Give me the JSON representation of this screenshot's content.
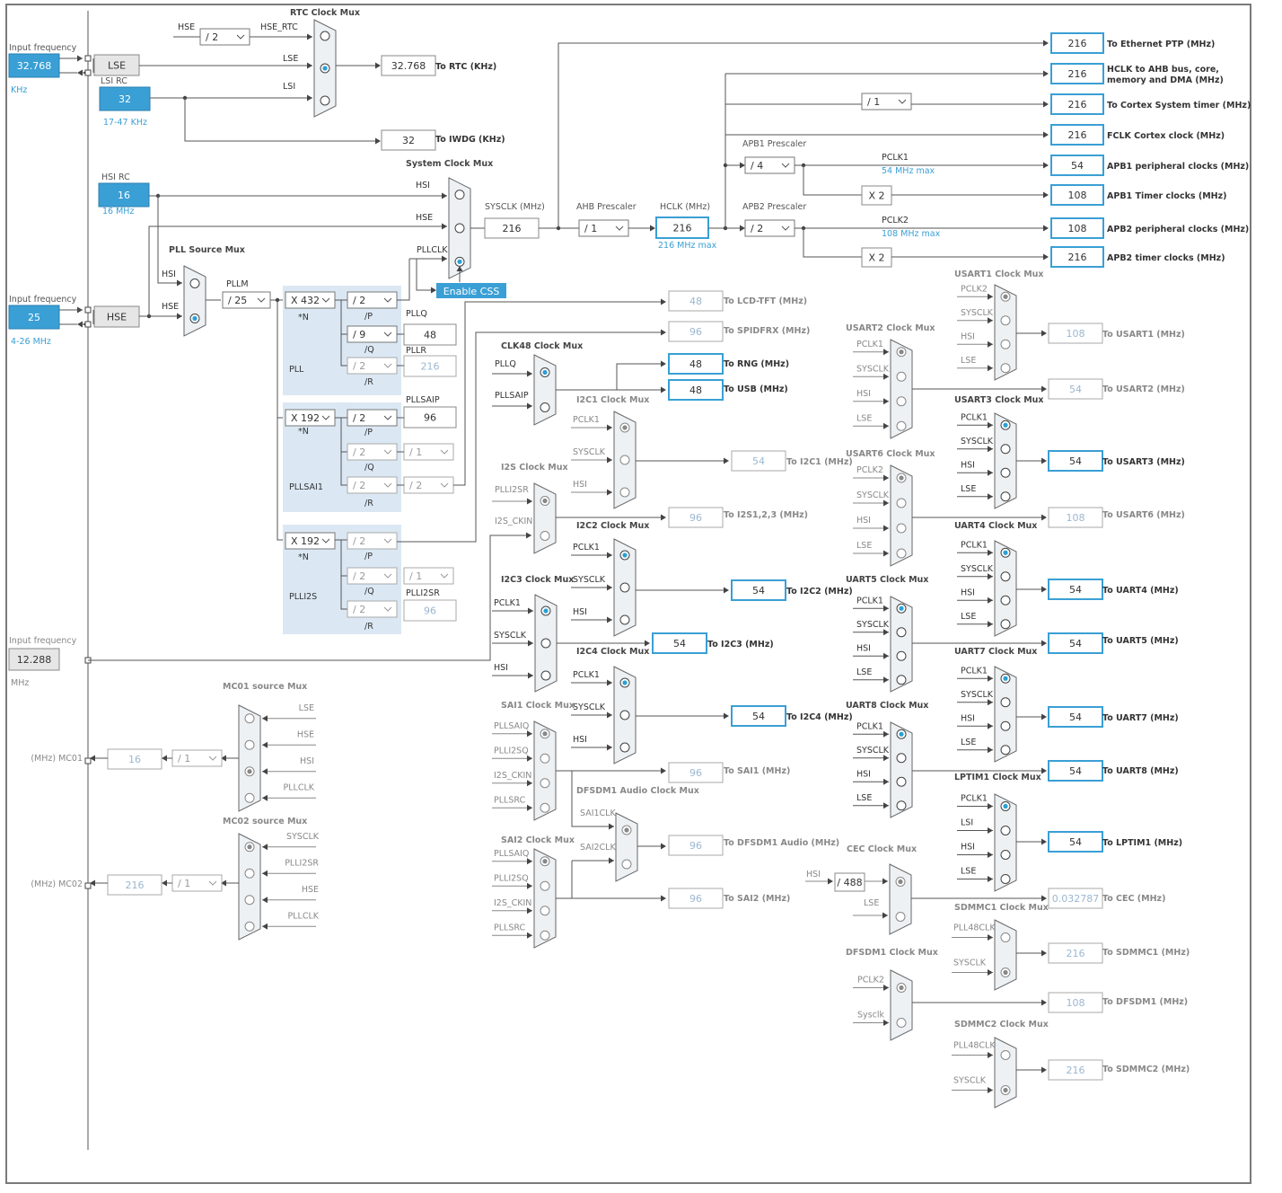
{
  "left": {
    "input_freq_label": "Input frequency",
    "lse_input": "32.768",
    "lse_unit": "KHz",
    "lse_label": "LSE",
    "lsi_label": "LSI RC",
    "lsi_value": "32",
    "lsi_range": "17-47 KHz",
    "hsi_label": "HSI RC",
    "hsi_value": "16",
    "hsi_range": "16 MHz",
    "hse_input": "25",
    "hse_range": "4-26 MHz",
    "hse_label": "HSE",
    "i2s_input": "12.288",
    "i2s_unit": "MHz"
  },
  "rtc": {
    "title": "RTC Clock Mux",
    "in_hse": "HSE",
    "div": "/ 2",
    "in_hse_rtc": "HSE_RTC",
    "in_lse": "LSE",
    "in_lsi": "LSI",
    "rtc_value": "32.768",
    "rtc_label": "To RTC (KHz)",
    "iwdg_value": "32",
    "iwdg_label": "To IWDG (KHz)"
  },
  "sysmux": {
    "title": "System Clock Mux",
    "in_hsi": "HSI",
    "in_hse": "HSE",
    "in_pllclk": "PLLCLK",
    "sysclk_label": "SYSCLK (MHz)",
    "sysclk_value": "216",
    "ahb_label": "AHB Prescaler",
    "ahb_div": "/ 1",
    "hclk_label": "HCLK (MHz)",
    "hclk_value": "216",
    "hclk_max": "216 MHz max",
    "css": "Enable CSS",
    "apb1_label": "APB1 Prescaler",
    "apb1_div": "/ 4",
    "apb2_label": "APB2 Prescaler",
    "apb2_div": "/ 2",
    "cortex_div": "/ 1",
    "pclk1": "PCLK1",
    "pclk1_max": "54 MHz max",
    "pclk2": "PCLK2",
    "pclk2_max": "108 MHz max",
    "x2a": "X 2",
    "x2b": "X 2"
  },
  "outputs": [
    {
      "value": "216",
      "label": "To Ethernet PTP (MHz)"
    },
    {
      "value": "216",
      "label": "HCLK to AHB bus, core,"
    },
    {
      "value": "216",
      "label": "To Cortex System timer (MHz)"
    },
    {
      "value": "216",
      "label": "FCLK Cortex clock (MHz)"
    },
    {
      "value": "54",
      "label": "APB1 peripheral clocks (MHz)"
    },
    {
      "value": "108",
      "label": "APB1 Timer clocks (MHz)"
    },
    {
      "value": "108",
      "label": "APB2 peripheral clocks (MHz)"
    },
    {
      "value": "216",
      "label": "APB2 timer clocks (MHz)"
    }
  ],
  "hclk_label_line2": "memory and DMA (MHz)",
  "pll": {
    "source_mux": "PLL Source Mux",
    "in_hsi": "HSI",
    "in_hse": "HSE",
    "pllm_label": "PLLM",
    "pllm": "/ 25",
    "n": "X 432",
    "n_label": "*N",
    "p": "/ 2",
    "p_label": "/P",
    "q": "/ 9",
    "q_label": "/Q",
    "r": "/ 2",
    "r_label": "/R",
    "pllq_label": "PLLQ",
    "pllq": "48",
    "pllr_label": "PLLR",
    "pllr": "216",
    "name": "PLL"
  },
  "pllsai": {
    "n": "X 192",
    "n_label": "*N",
    "p": "/ 2",
    "p_label": "/P",
    "q": "/ 2",
    "q_label": "/Q",
    "q2": "/ 1",
    "r": "/ 2",
    "r_label": "/R",
    "r2": "/ 2",
    "p_out_label": "PLLSAIP",
    "p_out": "96",
    "name": "PLLSAI1"
  },
  "plli2s": {
    "n": "X 192",
    "n_label": "*N",
    "p": "/ 2",
    "p_label": "/P",
    "q": "/ 2",
    "q_label": "/Q",
    "q2": "/ 1",
    "r": "/ 2",
    "r_label": "/R",
    "r_out_label": "PLLI2SR",
    "r_out": "96",
    "name": "PLLI2S"
  },
  "mid": {
    "lcd_value": "48",
    "lcd_label": "To LCD-TFT (MHz)",
    "spdif_value": "96",
    "spdif_label": "To SPIDFRX (MHz)",
    "clk48_title": "CLK48 Clock Mux",
    "clk48_in1": "PLLQ",
    "clk48_in2": "PLLSAIP",
    "rng_value": "48",
    "rng_label": "To RNG (MHz)",
    "usb_value": "48",
    "usb_label": "To USB (MHz)",
    "i2c1_title": "I2C1 Clock Mux",
    "i2c1_value": "54",
    "i2c1_label": "To I2C1 (MHz)",
    "i2s_title": "I2S Clock Mux",
    "i2s_in1": "PLLI2SR",
    "i2s_in2": "I2S_CKIN",
    "i2s_value": "96",
    "i2s_label": "To I2S1,2,3 (MHz)",
    "i2c2_title": "I2C2 Clock Mux",
    "i2c2_value": "54",
    "i2c2_label": "To I2C2 (MHz)",
    "i2c3_title": "I2C3 Clock Mux",
    "i2c3_value": "54",
    "i2c3_label": "To I2C3 (MHz)",
    "i2c4_title": "I2C4 Clock Mux",
    "i2c4_value": "54",
    "i2c4_label": "To I2C4 (MHz)",
    "sai1_title": "SAI1 Clock Mux",
    "sai1_value": "96",
    "sai1_label": "To SAI1 (MHz)",
    "dfsdm_a_title": "DFSDM1 Audio Clock Mux",
    "dfsdm_a_in1": "SAI1CLK",
    "dfsdm_a_in2": "SAI2CLK",
    "dfsdm_a_value": "96",
    "dfsdm_a_label": "To DFSDM1 Audio (MHz)",
    "sai2_title": "SAI2 Clock Mux",
    "sai2_value": "96",
    "sai2_label": "To SAI2 (MHz)",
    "pclk1": "PCLK1",
    "sysclk": "SYSCLK",
    "hsi": "HSI",
    "sai_in": [
      "PLLSAIQ",
      "PLLI2SQ",
      "I2S_CKIN",
      "PLLSRC"
    ]
  },
  "mco": {
    "mco1_title": "MC01 source Mux",
    "mco1_in": [
      "LSE",
      "HSE",
      "HSI",
      "PLLCLK"
    ],
    "mco1_label": "(MHz) MC01",
    "mco1_value": "16",
    "mco1_div": "/ 1",
    "mco2_title": "MC02 source Mux",
    "mco2_in": [
      "SYSCLK",
      "PLLI2SR",
      "HSE",
      "PLLCLK"
    ],
    "mco2_label": "(MHz) MC02",
    "mco2_value": "216",
    "mco2_div": "/ 1"
  },
  "right": {
    "usart1_title": "USART1 Clock Mux",
    "usart1_value": "108",
    "usart1_label": "To USART1 (MHz)",
    "usart2_title": "USART2 Clock Mux",
    "usart2_value": "54",
    "usart2_label": "To USART2 (MHz)",
    "usart3_title": "USART3 Clock Mux",
    "usart3_value": "54",
    "usart3_label": "To USART3 (MHz)",
    "usart6_title": "USART6 Clock Mux",
    "usart6_value": "108",
    "usart6_label": "To USART6 (MHz)",
    "uart4_title": "UART4 Clock Mux",
    "uart4_value": "54",
    "uart4_label": "To UART4 (MHz)",
    "uart5_title": "UART5 Clock Mux",
    "uart5_value": "54",
    "uart5_label": "To UART5 (MHz)",
    "uart7_title": "UART7 Clock Mux",
    "uart7_value": "54",
    "uart7_label": "To UART7 (MHz)",
    "uart8_title": "UART8 Clock Mux",
    "uart8_value": "54",
    "uart8_label": "To UART8 (MHz)",
    "lptim1_title": "LPTIM1 Clock Mux",
    "lptim1_value": "54",
    "lptim1_label": "To LPTIM1 (MHz)",
    "cec_title": "CEC Clock Mux",
    "cec_hsi": "HSI",
    "cec_div": "/ 488",
    "cec_lse": "LSE",
    "cec_value": "0.032787",
    "cec_label": "To CEC (MHz)",
    "sdmmc1_title": "SDMMC1 Clock Mux",
    "sdmmc1_value": "216",
    "sdmmc1_label": "To SDMMC1 (MHz)",
    "dfsdm1_title": "DFSDM1 Clock Mux",
    "dfsdm1_value": "108",
    "dfsdm1_label": "To DFSDM1 (MHz)",
    "dfsdm1_in": [
      "PCLK2",
      "Sysclk"
    ],
    "sdmmc2_title": "SDMMC2 Clock Mux",
    "sdmmc2_value": "216",
    "sdmmc2_label": "To SDMMC2 (MHz)",
    "uart_in": [
      "PCLK1",
      "SYSCLK",
      "HSI",
      "LSE"
    ],
    "usart_in2": [
      "PCLK2",
      "SYSCLK",
      "HSI",
      "LSE"
    ],
    "lptim_in": [
      "PCLK1",
      "LSI",
      "HSI",
      "LSE"
    ],
    "sdmmc_in": [
      "PLL48CLK",
      "SYSCLK"
    ]
  }
}
